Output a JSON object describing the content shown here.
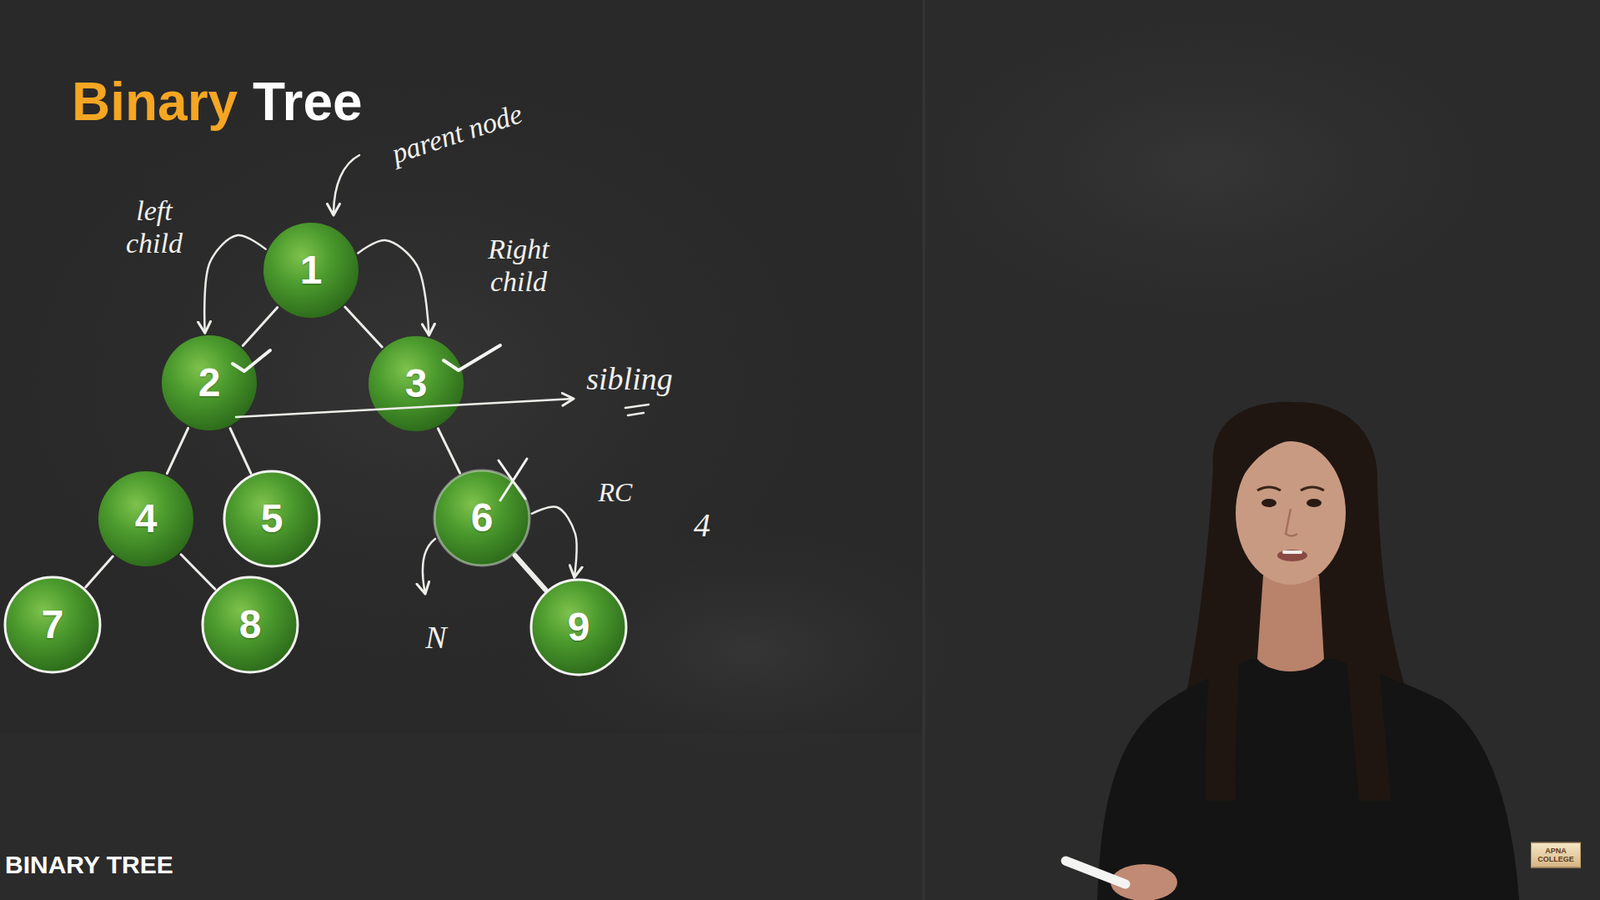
{
  "diagram": {
    "title": "Binary Tree",
    "caption": "BINARY TREE",
    "nodes": [
      {
        "text": [
          "1"
        ]
      },
      {
        "text": [
          "2"
        ]
      },
      {
        "text": [
          "3"
        ]
      },
      {
        "text": [
          "4"
        ]
      },
      {
        "text": [
          "5"
        ]
      },
      {
        "text": [
          "6"
        ]
      },
      {
        "text": [
          "7"
        ]
      },
      {
        "text": [
          "8"
        ]
      },
      {
        "text": [
          "9"
        ]
      }
    ],
    "edges": [
      {
        "from": 0,
        "to": 1,
        "arrow": "none"
      },
      {
        "from": 0,
        "to": 2,
        "arrow": "none"
      },
      {
        "from": 1,
        "to": 3,
        "arrow": "none"
      },
      {
        "from": 1,
        "to": 4,
        "arrow": "none"
      },
      {
        "from": 2,
        "to": 5,
        "arrow": "none"
      },
      {
        "from": 3,
        "to": 6,
        "arrow": "none"
      },
      {
        "from": 3,
        "to": 7,
        "arrow": "none"
      },
      {
        "from": 5,
        "to": 8,
        "arrow": "none"
      },
      {
        "from": 0,
        "to": 1,
        "arrow": "to"
      },
      {
        "from": 0,
        "to": 2,
        "arrow": "to"
      },
      {
        "from": 5,
        "to": 8,
        "arrow": "to"
      }
    ],
    "labels": [
      "parent node",
      "left child",
      "Right child",
      "sibling",
      "RC",
      "N",
      "4",
      "APNA COLLEGE"
    ]
  }
}
